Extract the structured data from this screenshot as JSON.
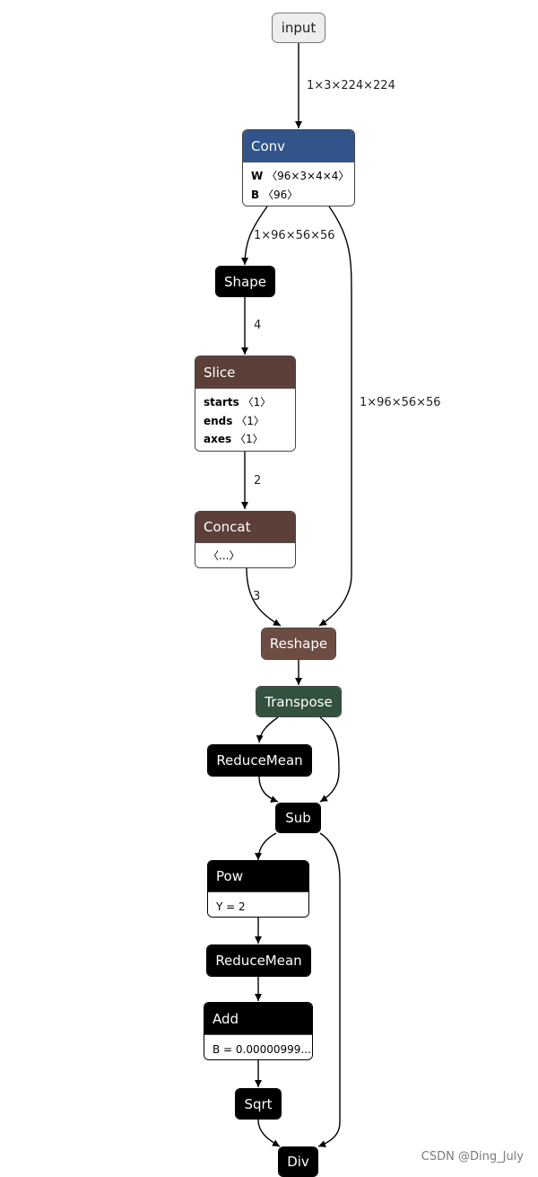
{
  "nodes": {
    "input": {
      "label": "input"
    },
    "conv": {
      "label": "Conv",
      "attr_w_key": "W",
      "attr_w_val": "〈96×3×4×4〉",
      "attr_b_key": "B",
      "attr_b_val": "〈96〉"
    },
    "shape": {
      "label": "Shape"
    },
    "slice": {
      "label": "Slice",
      "starts_key": "starts",
      "starts_val": "〈1〉",
      "ends_key": "ends",
      "ends_val": "〈1〉",
      "axes_key": "axes",
      "axes_val": "〈1〉"
    },
    "concat": {
      "label": "Concat",
      "attr": "〈...〉"
    },
    "reshape": {
      "label": "Reshape"
    },
    "transpose": {
      "label": "Transpose"
    },
    "reducemean1": {
      "label": "ReduceMean"
    },
    "sub": {
      "label": "Sub"
    },
    "pow": {
      "label": "Pow",
      "attr": "Y = 2"
    },
    "reducemean2": {
      "label": "ReduceMean"
    },
    "add": {
      "label": "Add",
      "attr": "B = 0.00000999..."
    },
    "sqrt": {
      "label": "Sqrt"
    },
    "div": {
      "label": "Div"
    }
  },
  "edge_labels": {
    "input_conv": "1×3×224×224",
    "conv_shape": "1×96×56×56",
    "shape_slice": "4",
    "conv_reshape": "1×96×56×56",
    "slice_concat": "2",
    "concat_reshape": "3"
  },
  "watermark": "CSDN @Ding_July",
  "colors": {
    "conv": "#31548a",
    "slice": "#5b3f38",
    "reshape": "#6d4c43",
    "transpose": "#32523f",
    "black": "#000000",
    "input": "#eeeeee"
  }
}
